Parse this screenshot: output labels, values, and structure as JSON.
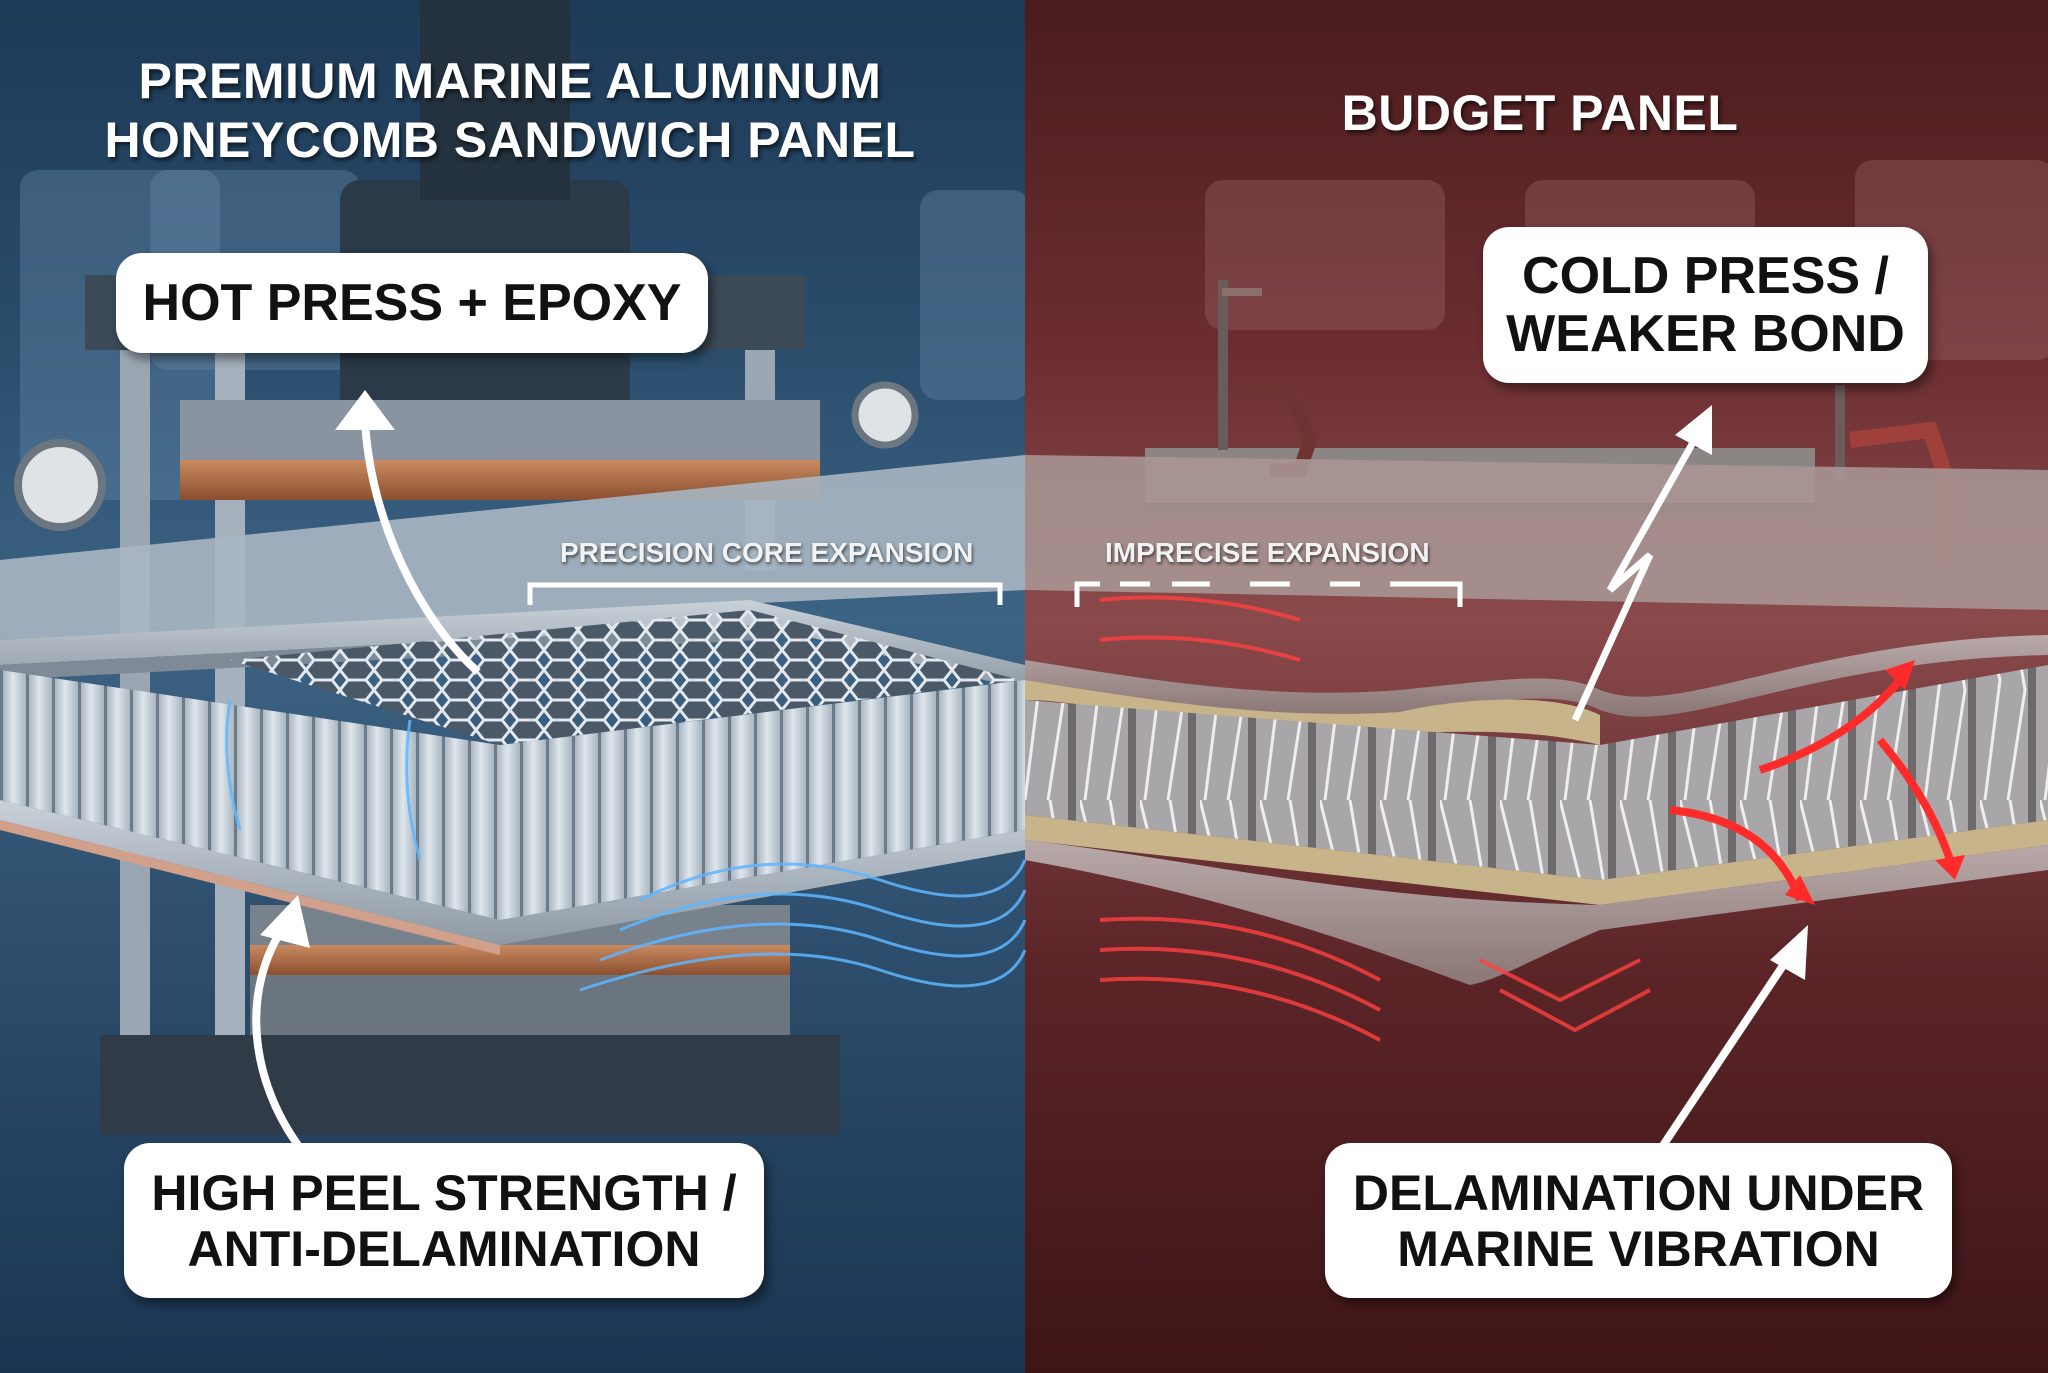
{
  "left_panel": {
    "title_line1": "PREMIUM MARINE ALUMINUM",
    "title_line2": "HONEYCOMB SANDWICH PANEL",
    "expansion_label": "PRECISION CORE EXPANSION",
    "callout_top": "HOT PRESS + EPOXY",
    "callout_bottom_line1": "HIGH PEEL STRENGTH /",
    "callout_bottom_line2": "ANTI-DELAMINATION",
    "theme_color": "#1d3a57",
    "accent_color": "#5fb6ff"
  },
  "right_panel": {
    "title": "BUDGET PANEL",
    "expansion_label": "IMPRECISE EXPANSION",
    "callout_top_line1": "COLD PRESS /",
    "callout_top_line2": "WEAKER BOND",
    "callout_bottom_line1": "DELAMINATION UNDER",
    "callout_bottom_line2": "MARINE VIBRATION",
    "theme_color": "#6b2d30",
    "accent_color": "#ff2b2b"
  }
}
